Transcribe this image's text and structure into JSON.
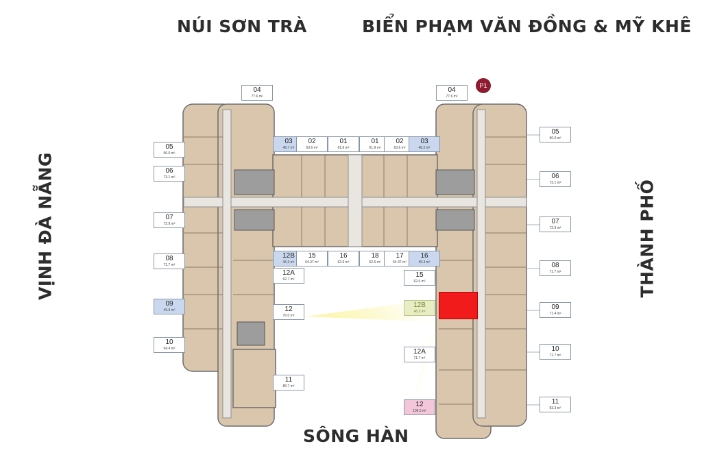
{
  "compass": {
    "north": "NÚI SƠN TRÀ",
    "northeast": "BIỂN PHẠM VĂN ĐỒNG & MỸ KHÊ",
    "south": "SÔNG HÀN",
    "west": "VỊNH ĐÀ NẴNG",
    "east": "THÀNH PHỐ"
  },
  "badge": "P1",
  "units": [
    {
      "id": "w04",
      "num": "04",
      "area": "77.6 m²",
      "style": "white"
    },
    {
      "id": "w05",
      "num": "05",
      "area": "96.0 m²",
      "style": "white"
    },
    {
      "id": "w06",
      "num": "06",
      "area": "73.1 m²",
      "style": "white"
    },
    {
      "id": "w07",
      "num": "07",
      "area": "72.9 m²",
      "style": "white"
    },
    {
      "id": "w08",
      "num": "08",
      "area": "71.7 m²",
      "style": "white"
    },
    {
      "id": "w09",
      "num": "09",
      "area": "49.9 m²",
      "style": "blue"
    },
    {
      "id": "w10",
      "num": "10",
      "area": "94.4 m²",
      "style": "white"
    },
    {
      "id": "w11",
      "num": "11",
      "area": "89.7 m²",
      "style": "white"
    },
    {
      "id": "w12",
      "num": "12",
      "area": "76.0 m²",
      "style": "white"
    },
    {
      "id": "w12a",
      "num": "12A",
      "area": "62.7 m²",
      "style": "white"
    },
    {
      "id": "w12b",
      "num": "12B",
      "area": "45.3 m²",
      "style": "blue"
    },
    {
      "id": "w15",
      "num": "15",
      "area": "64.37 m²",
      "style": "white"
    },
    {
      "id": "w16",
      "num": "16",
      "area": "62.6 m²",
      "style": "white"
    },
    {
      "id": "w03",
      "num": "03",
      "area": "48.7 m²",
      "style": "blue"
    },
    {
      "id": "w02",
      "num": "02",
      "area": "63.6 m²",
      "style": "white"
    },
    {
      "id": "w01",
      "num": "01",
      "area": "61.8 m²",
      "style": "white"
    },
    {
      "id": "e01",
      "num": "01",
      "area": "61.8 m²",
      "style": "white"
    },
    {
      "id": "e02",
      "num": "02",
      "area": "63.6 m²",
      "style": "white"
    },
    {
      "id": "e03",
      "num": "03",
      "area": "48.2 m²",
      "style": "blue"
    },
    {
      "id": "e18",
      "num": "18",
      "area": "62.6 m²",
      "style": "white"
    },
    {
      "id": "e17",
      "num": "17",
      "area": "64.37 m²",
      "style": "white"
    },
    {
      "id": "e16",
      "num": "16",
      "area": "45.3 m²",
      "style": "blue"
    },
    {
      "id": "e15",
      "num": "15",
      "area": "62.6 m²",
      "style": "white"
    },
    {
      "id": "e12b",
      "num": "12B",
      "area": "48.2 m²",
      "style": "yellow"
    },
    {
      "id": "e12a",
      "num": "12A",
      "area": "71.7 m²",
      "style": "white"
    },
    {
      "id": "e12",
      "num": "12",
      "area": "106.5 m²",
      "style": "pink"
    },
    {
      "id": "e04",
      "num": "04",
      "area": "77.6 m²",
      "style": "white"
    },
    {
      "id": "e05",
      "num": "05",
      "area": "96.0 m²",
      "style": "white"
    },
    {
      "id": "e06",
      "num": "06",
      "area": "73.1 m²",
      "style": "white"
    },
    {
      "id": "e07",
      "num": "07",
      "area": "72.9 m²",
      "style": "white"
    },
    {
      "id": "e08",
      "num": "08",
      "area": "71.7 m²",
      "style": "white"
    },
    {
      "id": "e09",
      "num": "09",
      "area": "71.4 m²",
      "style": "white"
    },
    {
      "id": "e10",
      "num": "10",
      "area": "71.7 m²",
      "style": "white"
    },
    {
      "id": "e11",
      "num": "11",
      "area": "93.3 m²",
      "style": "white"
    }
  ]
}
